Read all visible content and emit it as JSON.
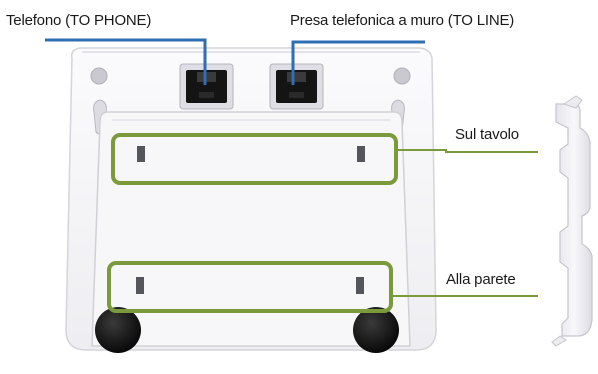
{
  "labels": {
    "phone": "Telefono (TO PHONE)",
    "line": "Presa telefonica a muro (TO LINE)",
    "table": "Sul tavolo",
    "wall": "Alla parete"
  },
  "colors": {
    "phone_line": "#2f6db5",
    "line_line": "#2f6db5",
    "highlight": "#7b9a3c",
    "body": "#f4f4f6",
    "shadow": "#d9d9de"
  }
}
